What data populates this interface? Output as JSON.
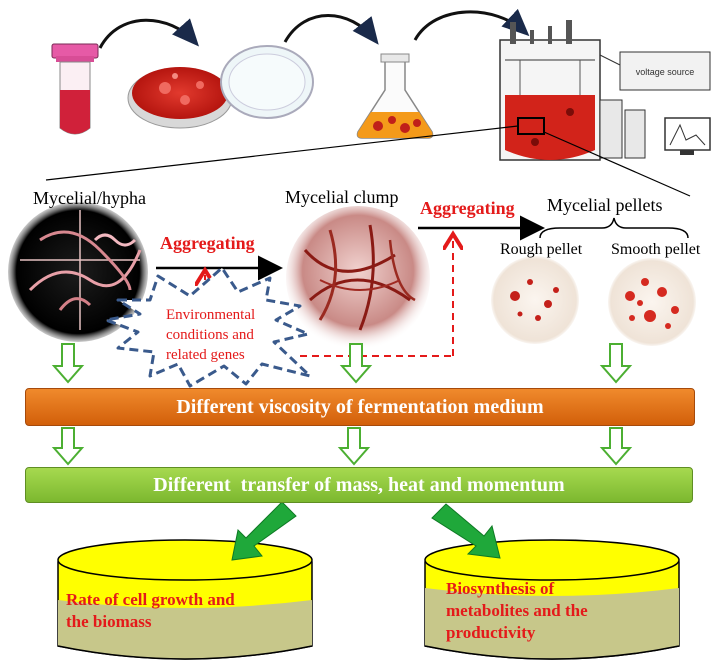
{
  "labels": {
    "mycelial_hypha": "Mycelial/hypha",
    "mycelial_clump": "Mycelial clump",
    "mycelial_pellets": "Mycelial pellets",
    "rough_pellet": "Rough pellet",
    "smooth_pellet": "Smooth pellet",
    "aggregating_1": "Aggregating",
    "aggregating_2": "Aggregating",
    "env_line1": "Environmental",
    "env_line2": "conditions and",
    "env_line3": "related genes",
    "voltage_source": "voltage source"
  },
  "bars": {
    "viscosity": "Different viscosity of fermentation medium",
    "transfer": "Different  transfer of mass, heat and momentum"
  },
  "results": {
    "growth_line1": "Rate  of cell growth and",
    "growth_line2": "the biomass",
    "biosynth_line1": "Biosynthesis of",
    "biosynth_line2": "metabolites and the",
    "biosynth_line3": "productivity"
  },
  "colors": {
    "accent_red": "#e41a1a",
    "orange_bar": "#e2741b",
    "green_bar": "#8cc63f",
    "down_arrow": "#4caf32",
    "tank_yellow": "#ffff00",
    "tank_liquid": "#c7c78a",
    "star_outline": "#3a5a8c"
  }
}
